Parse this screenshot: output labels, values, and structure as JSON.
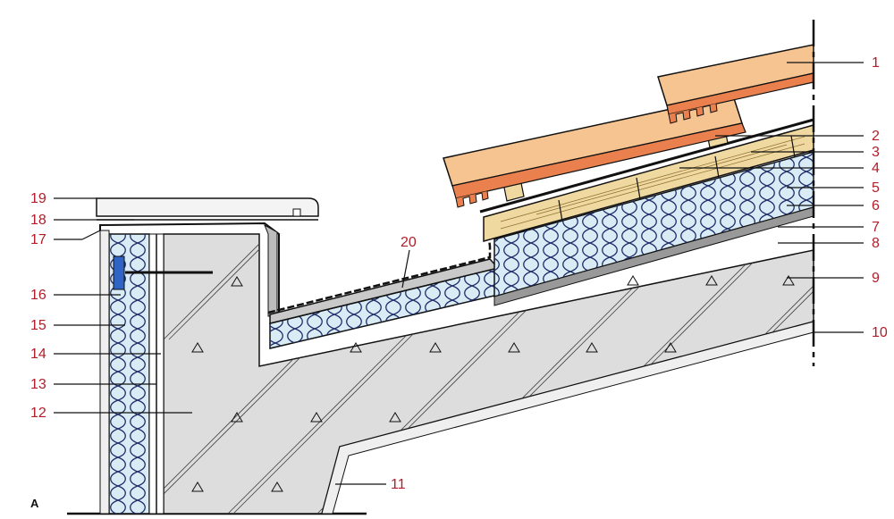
{
  "section_label": "A",
  "callouts": [
    {
      "number": "1"
    },
    {
      "number": "2"
    },
    {
      "number": "3"
    },
    {
      "number": "4"
    },
    {
      "number": "5"
    },
    {
      "number": "6"
    },
    {
      "number": "7"
    },
    {
      "number": "8"
    },
    {
      "number": "9"
    },
    {
      "number": "10"
    },
    {
      "number": "11"
    },
    {
      "number": "12"
    },
    {
      "number": "13"
    },
    {
      "number": "14"
    },
    {
      "number": "15"
    },
    {
      "number": "16"
    },
    {
      "number": "17"
    },
    {
      "number": "18"
    },
    {
      "number": "19"
    },
    {
      "number": "20"
    }
  ],
  "colors": {
    "concrete": "#dddddd",
    "insulation": "#d9ecf6",
    "insulation_curve": "#1f2f6b",
    "timber": "#efd9a0",
    "tile": "#f5c490",
    "tile_red": "#e9804e",
    "coping": "#f4f4f4",
    "callout_text": "#b01e2a",
    "line": "#111111"
  }
}
